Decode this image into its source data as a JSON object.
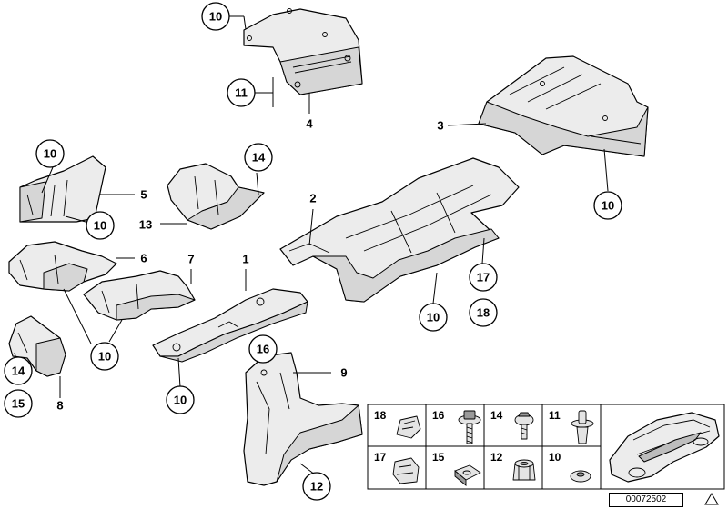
{
  "callouts": {
    "c10_top": "10",
    "c11": "11",
    "c10_left_top": "10",
    "c10_left_mid": "10",
    "c14_top": "14",
    "c10_right": "10",
    "c10_center": "10",
    "c17": "17",
    "c18": "18",
    "c10_bottom_left": "10",
    "c10_lower": "10",
    "c16": "16",
    "c14_bottom": "14",
    "c15": "15",
    "c12": "12"
  },
  "labels": {
    "l4": "4",
    "l3": "3",
    "l5": "5",
    "l13": "13",
    "l2": "2",
    "l6": "6",
    "l7": "7",
    "l1": "1",
    "l9": "9",
    "l8": "8"
  },
  "legend": {
    "row1": [
      "18",
      "16",
      "14",
      "11"
    ],
    "row2": [
      "17",
      "15",
      "12",
      "10"
    ]
  },
  "reference_code": "00072502"
}
